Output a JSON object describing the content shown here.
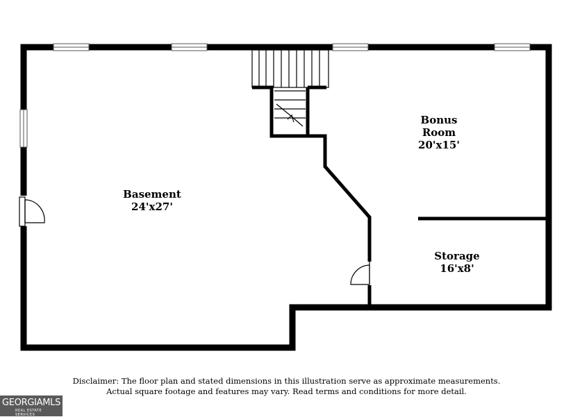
{
  "rooms": {
    "basement": {
      "name": "Basement",
      "dimensions": "24'x27'"
    },
    "bonus": {
      "name_line1": "Bonus",
      "name_line2": "Room",
      "dimensions": "20'x15'"
    },
    "storage": {
      "name": "Storage",
      "dimensions": "16'x8'"
    }
  },
  "disclaimer": {
    "line1": "Disclaimer: The floor plan and stated dimensions in this illustration serve as approximate measurements.",
    "line2": "Actual square footage and features may vary. Read terms and conditions for more detail."
  },
  "logo": {
    "main": "GEORGIAMLS",
    "sub": "REAL ESTATE SERVICES"
  }
}
